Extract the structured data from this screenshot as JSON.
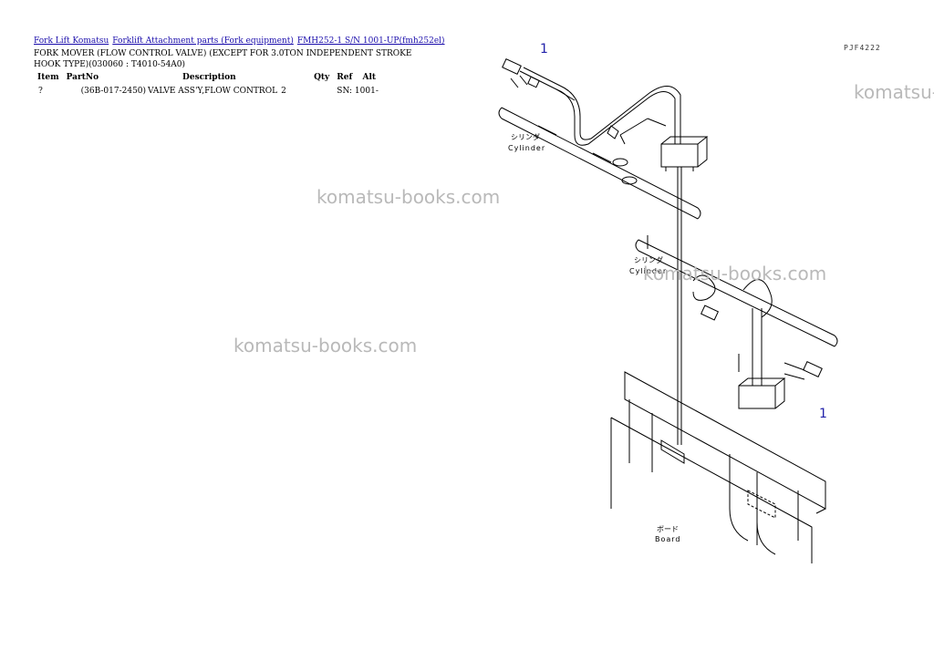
{
  "breadcrumb": [
    "Fork Lift Komatsu",
    "Forklift Attachment parts (Fork equipment)",
    "FMH252-1 S/N 1001-UP(fmh252el)"
  ],
  "title": "FORK MOVER (FLOW CONTROL VALVE) (EXCEPT FOR 3.0TON INDEPENDENT STROKE HOOK TYPE)(030060 : T4010-54A0)",
  "table": {
    "headers": [
      "Item",
      "PartNo",
      "Description",
      "Qty",
      "Ref",
      "Alt"
    ],
    "rows": [
      [
        "?",
        "(36B-017-2450)",
        "VALVE ASS'Y,FLOW CONTROL",
        "2",
        "SN: 1001-",
        ""
      ]
    ]
  },
  "watermark": "komatsu-books.com",
  "diagram": {
    "code": "PJF4222",
    "callout": "1",
    "label_cylinder_jp": "シリンダ",
    "label_cylinder": "Cylinder",
    "label_board_jp": "ボード",
    "label_board": "Board"
  }
}
